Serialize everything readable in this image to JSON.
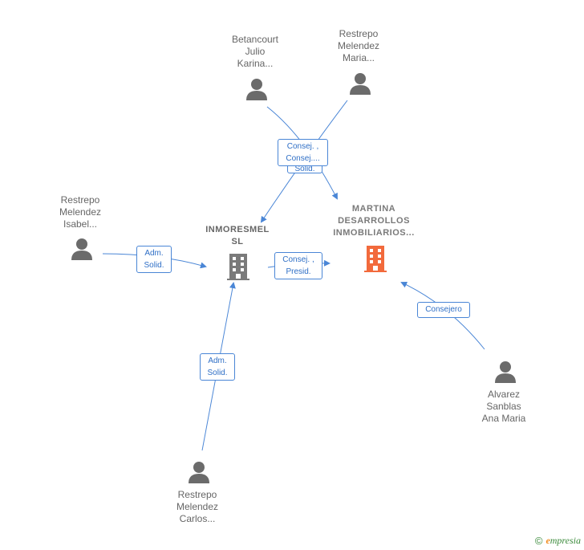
{
  "people": {
    "betancourt": "Betancourt\nJulio\nKarina...",
    "restrepo_maria": "Restrepo\nMelendez\nMaria...",
    "restrepo_isabel": "Restrepo\nMelendez\nIsabel...",
    "alvarez": "Alvarez\nSanblas\nAna Maria",
    "restrepo_carlos": "Restrepo\nMelendez\nCarlos..."
  },
  "companies": {
    "inmoresmel": "INMORESMEL\nSL",
    "martina": "MARTINA\nDESARROLLOS\nINMOBILIARIOS..."
  },
  "edges": {
    "top_back": "Solid.",
    "top_front": "Consej. ,\nConsej....",
    "isabel": "Adm.\nSolid.",
    "inmoresmel_martina": "Consej. ,\nPresid.",
    "alvarez": "Consejero",
    "carlos": "Adm.\nSolid."
  },
  "colors": {
    "person_icon": "#6b6b6b",
    "company_icon": "#7a7a7a",
    "main_company_icon": "#f26a3c",
    "edge": "#4a86d6"
  },
  "footer": {
    "copyright": "©",
    "brand_initial": "e",
    "brand_rest": "mpresia"
  }
}
